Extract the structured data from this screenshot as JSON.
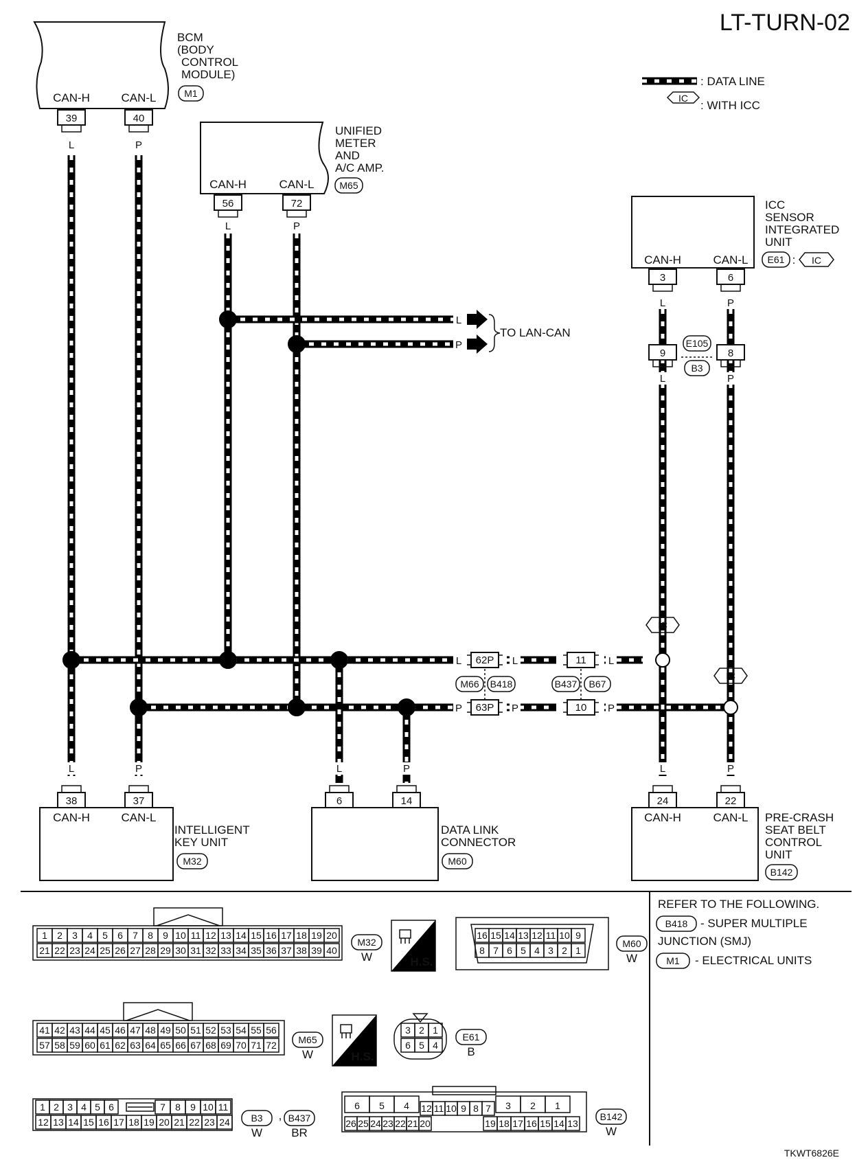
{
  "page_id": "LT-TURN-02",
  "footer_code": "TKWT6826E",
  "legend": {
    "data_line": ": DATA LINE",
    "with_icc": ": WITH ICC",
    "icc_tag": "IC"
  },
  "modules": {
    "bcm": {
      "lines": [
        "BCM",
        "(BODY",
        "CONTROL",
        "MODULE)"
      ],
      "connector": "M1",
      "pins": [
        {
          "no": "39",
          "name": "CAN-H",
          "wire": "L"
        },
        {
          "no": "40",
          "name": "CAN-L",
          "wire": "P"
        }
      ]
    },
    "meter": {
      "lines": [
        "UNIFIED",
        "METER",
        "AND",
        "A/C AMP."
      ],
      "connector": "M65",
      "pins": [
        {
          "no": "56",
          "name": "CAN-H",
          "wire": "L"
        },
        {
          "no": "72",
          "name": "CAN-L",
          "wire": "P"
        }
      ]
    },
    "icc": {
      "lines": [
        "ICC",
        "SENSOR",
        "INTEGRATED",
        "UNIT"
      ],
      "connector": "E61",
      "pins": [
        {
          "no": "3",
          "name": "CAN-H",
          "wire": "L"
        },
        {
          "no": "6",
          "name": "CAN-L",
          "wire": "P"
        }
      ]
    },
    "ikey": {
      "lines": [
        "INTELLIGENT",
        "KEY UNIT"
      ],
      "connector": "M32",
      "pins": [
        {
          "no": "38",
          "name": "CAN-H",
          "wire": "L"
        },
        {
          "no": "37",
          "name": "CAN-L",
          "wire": "P"
        }
      ]
    },
    "dlc": {
      "lines": [
        "DATA LINK",
        "CONNECTOR"
      ],
      "connector": "M60",
      "pins": [
        {
          "no": "6",
          "wire": "L"
        },
        {
          "no": "14",
          "wire": "P"
        }
      ]
    },
    "precrash": {
      "lines": [
        "PRE-CRASH",
        "SEAT BELT",
        "CONTROL",
        "UNIT"
      ],
      "connector": "B142",
      "pins": [
        {
          "no": "24",
          "name": "CAN-H",
          "wire": "L"
        },
        {
          "no": "22",
          "name": "CAN-L",
          "wire": "P"
        }
      ]
    }
  },
  "to_lan": {
    "label": "TO LAN-CAN",
    "wires": [
      "L",
      "P"
    ]
  },
  "junctions": {
    "e105": {
      "connectors": [
        "E105",
        "B3"
      ],
      "pins": [
        "9",
        "8"
      ],
      "wires": [
        "L",
        "L",
        "P",
        "P"
      ]
    },
    "m66": {
      "connectors": [
        "M66",
        "B418"
      ],
      "pins": [
        "62P",
        "63P"
      ]
    },
    "b437": {
      "connectors": [
        "B437",
        "B67"
      ],
      "pins": [
        "11",
        "10"
      ]
    }
  },
  "wire_codes": {
    "L": "L",
    "P": "P"
  },
  "refer": {
    "title": "REFER TO THE FOLLOWING.",
    "items": [
      {
        "tag": "B418",
        "text": "- SUPER MULTIPLE",
        "text2": "JUNCTION (SMJ)"
      },
      {
        "tag": "M1",
        "text": "- ELECTRICAL UNITS"
      }
    ]
  },
  "hs": "H.S.",
  "connector_faces": {
    "m32": {
      "id": "M32",
      "color": "W",
      "top": [
        "1",
        "2",
        "3",
        "4",
        "5",
        "6",
        "7",
        "8",
        "9",
        "10",
        "11",
        "12",
        "13",
        "14",
        "15",
        "16",
        "17",
        "18",
        "19",
        "20"
      ],
      "bottom": [
        "21",
        "22",
        "23",
        "24",
        "25",
        "26",
        "27",
        "28",
        "29",
        "30",
        "31",
        "32",
        "33",
        "34",
        "35",
        "36",
        "37",
        "38",
        "39",
        "40"
      ]
    },
    "m60": {
      "id": "M60",
      "color": "W",
      "top": [
        "16",
        "15",
        "14",
        "13",
        "12",
        "11",
        "10",
        "9"
      ],
      "bottom": [
        "8",
        "7",
        "6",
        "5",
        "4",
        "3",
        "2",
        "1"
      ]
    },
    "m65": {
      "id": "M65",
      "color": "W",
      "top": [
        "41",
        "42",
        "43",
        "44",
        "45",
        "46",
        "47",
        "48",
        "49",
        "50",
        "51",
        "52",
        "53",
        "54",
        "55",
        "56"
      ],
      "bottom": [
        "57",
        "58",
        "59",
        "60",
        "61",
        "62",
        "63",
        "64",
        "65",
        "66",
        "67",
        "68",
        "69",
        "70",
        "71",
        "72"
      ]
    },
    "e61": {
      "id": "E61",
      "color": "B",
      "top": [
        "3",
        "2",
        "1"
      ],
      "bottom": [
        "6",
        "5",
        "4"
      ]
    },
    "b3": {
      "id": "B3",
      "color": "W",
      "id2": "B437",
      "color2": "BR",
      "top_a": [
        "1",
        "2",
        "3",
        "4",
        "5",
        "6"
      ],
      "top_b": [
        "7",
        "8",
        "9",
        "10",
        "11"
      ],
      "bottom": [
        "12",
        "13",
        "14",
        "15",
        "16",
        "17",
        "18",
        "19",
        "20",
        "21",
        "22",
        "23",
        "24"
      ]
    },
    "b142": {
      "id": "B142",
      "color": "W",
      "top_a": [
        "6",
        "5",
        "4"
      ],
      "top_mid": [
        "12",
        "11",
        "10",
        "9",
        "8",
        "7"
      ],
      "top_b": [
        "3",
        "2",
        "1"
      ],
      "bottom_a": [
        "26",
        "25",
        "24",
        "23",
        "22",
        "21",
        "20"
      ],
      "bottom_b": [
        "19",
        "18",
        "17",
        "16",
        "15",
        "14",
        "13"
      ]
    }
  }
}
